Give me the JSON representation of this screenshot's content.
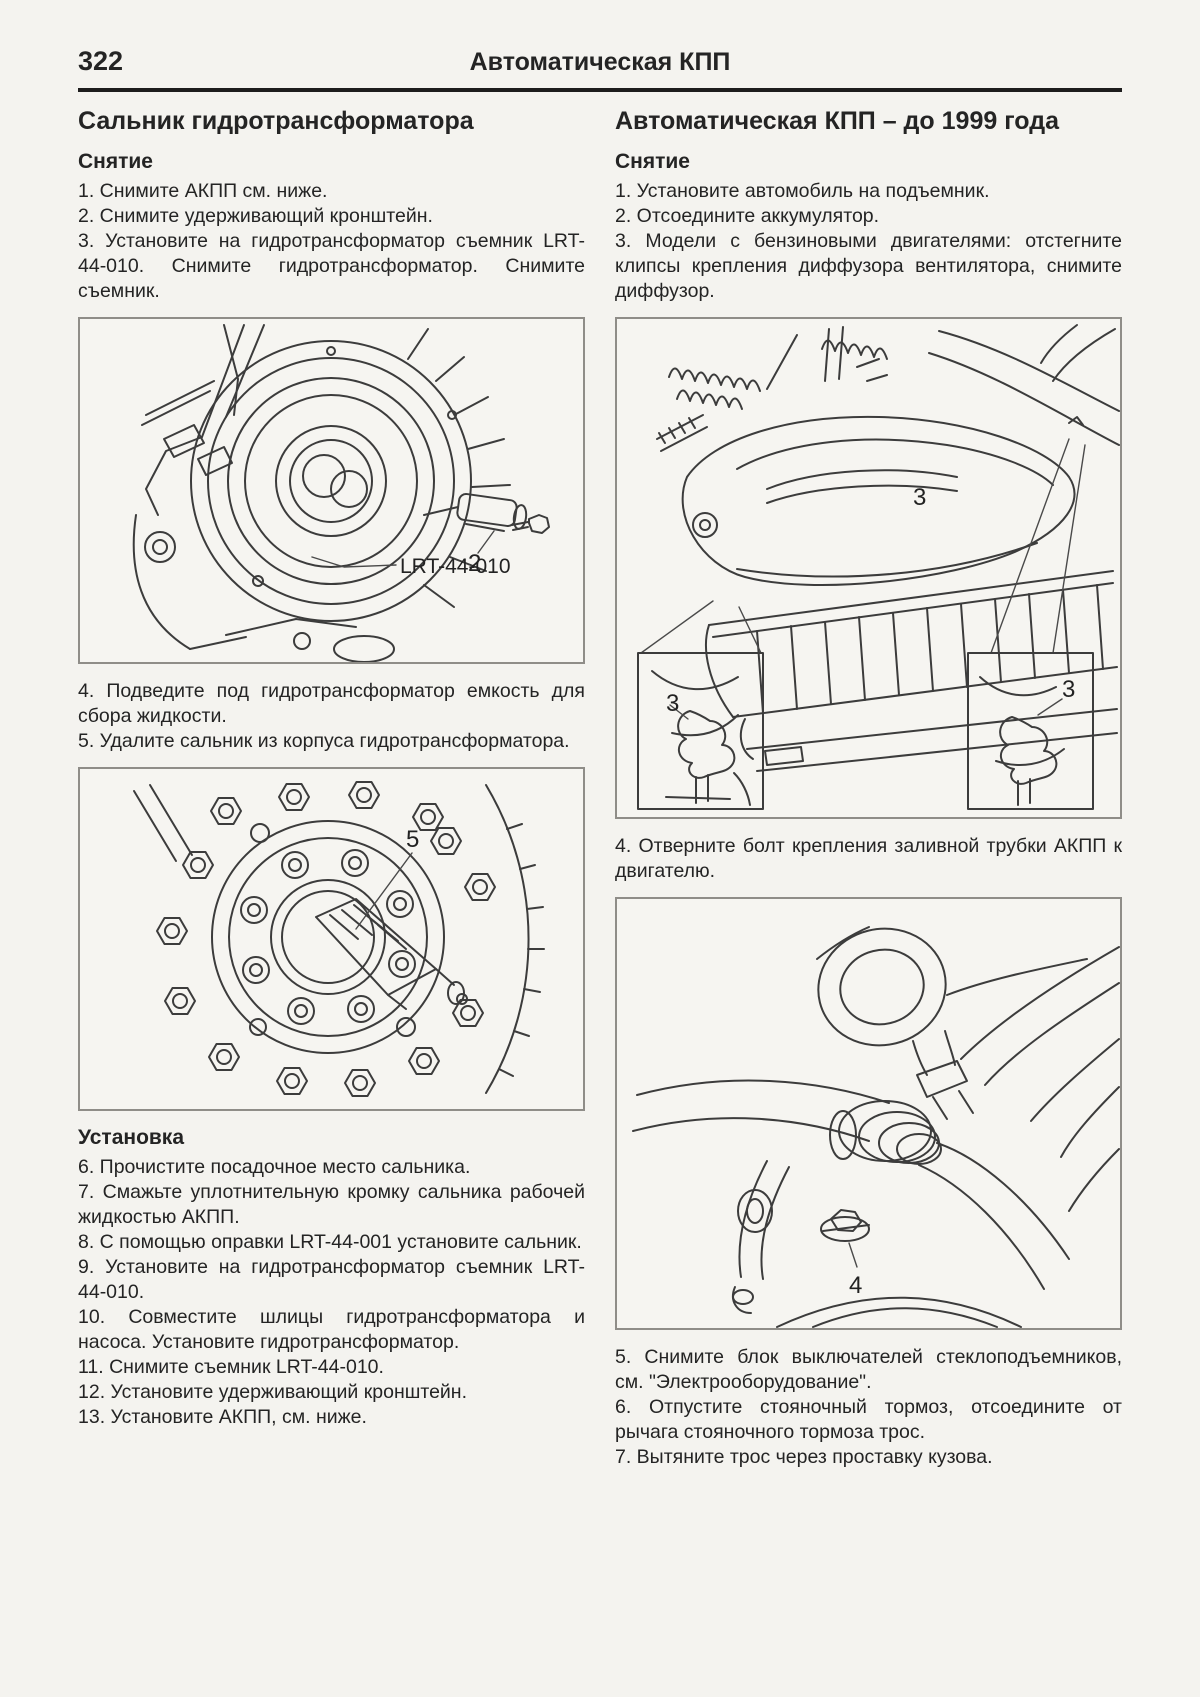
{
  "page": {
    "number": "322",
    "header_title": "Автоматическая КПП"
  },
  "left": {
    "title": "Сальник гидротрансформатора",
    "removal_heading": "Снятие",
    "removal_steps": [
      "1. Снимите АКПП см. ниже.",
      "2. Снимите удерживающий кронштейн.",
      "3. Установите на гидротрансформатор съемник LRT-44-010. Снимите гидротрансформатор. Снимите съемник."
    ],
    "fig1_label_part": "2",
    "fig1_label_tool": "LRT-44-010",
    "mid_steps": [
      "4. Подведите под гидротрансформатор емкость для сбора жидкости.",
      "5. Удалите сальник из корпуса гидротрансформатора."
    ],
    "fig2_label": "5",
    "install_heading": "Установка",
    "install_steps": [
      "6. Прочистите посадочное место сальника.",
      "7. Смажьте уплотнительную кромку сальника рабочей жидкостью АКПП.",
      "8. С помощью оправки LRT-44-001 установите сальник.",
      "9. Установите на гидротрансформатор съемник LRT-44-010.",
      "10. Совместите шлицы гидротрансформатора и насоса. Установите гидротрансформатор.",
      "11. Снимите съемник LRT-44-010.",
      "12. Установите удерживающий кронштейн.",
      "13. Установите АКПП, см. ниже."
    ]
  },
  "right": {
    "title": "Автоматическая КПП – до 1999 года",
    "removal_heading": "Снятие",
    "removal_steps": [
      "1. Установите автомобиль на подъемник.",
      "2. Отсоедините аккумулятор.",
      "3. Модели с бензиновыми двигателями: отстегните клипсы крепления диффузора вентилятора, снимите диффузор."
    ],
    "fig1_label_main": "3",
    "fig1_label_inset_left": "3",
    "fig1_label_inset_right": "3",
    "step4": "4. Отверните болт крепления заливной трубки АКПП к двигателю.",
    "fig2_label": "4",
    "final_steps": [
      "5. Снимите блок выключателей стеклоподъемников, см. \"Электрооборудование\".",
      "6. Отпустите стояночный тормоз, отсоедините от рычага стояночного тормоза трос.",
      "7. Вытяните трос через проставку кузова."
    ]
  }
}
